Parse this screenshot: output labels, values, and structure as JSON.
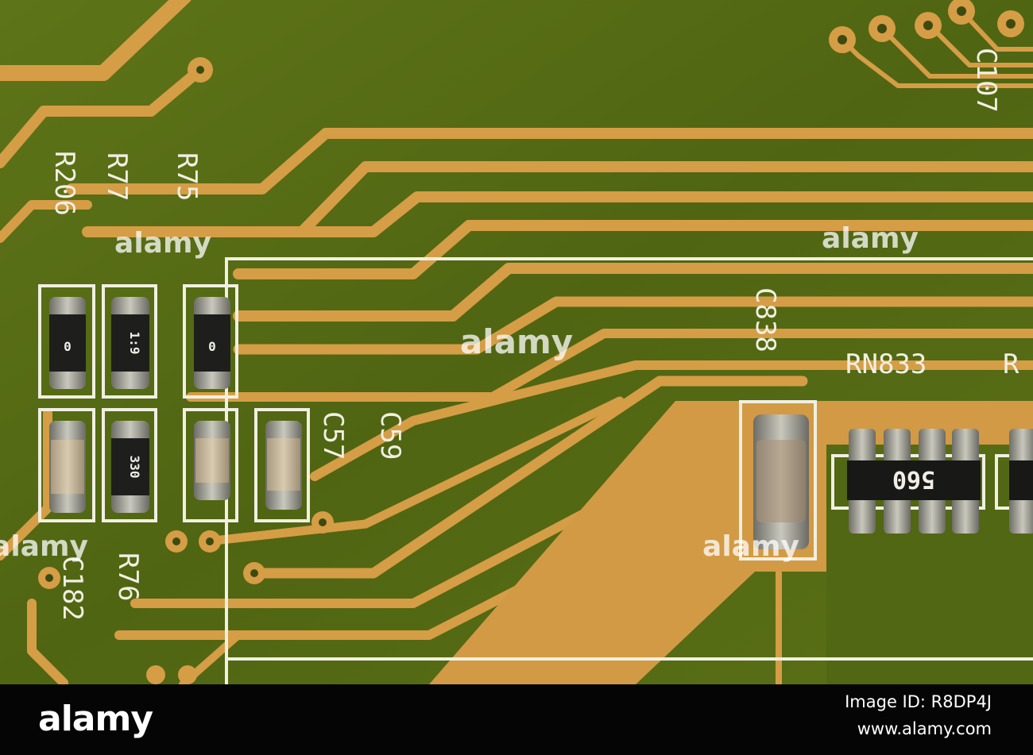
{
  "labels": {
    "r206": "R206",
    "r77": "R77",
    "r75": "R75",
    "c107": "C107",
    "c59": "C59",
    "c57": "C57",
    "c838": "C838",
    "rn833": "RN833",
    "r_partial": "R",
    "c182": "C182",
    "r76": "R76"
  },
  "component_markings": {
    "r206": "0",
    "r77": "1:9",
    "r75": "0",
    "r76": "330",
    "rn833": "560"
  },
  "watermark": "alamy",
  "footer": {
    "logo": "alamy",
    "image_id": "Image ID: R8DP4J",
    "url": "www.alamy.com"
  },
  "colors": {
    "board": "#556b16",
    "copper": "#d59d45",
    "silkscreen": "#f1efe2",
    "footer_bg": "#050505"
  }
}
